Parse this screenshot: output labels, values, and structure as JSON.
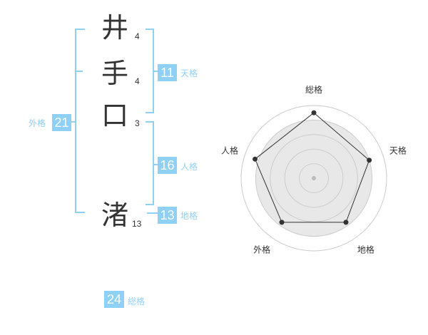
{
  "name": {
    "characters": [
      {
        "char": "井",
        "strokes": "4"
      },
      {
        "char": "手",
        "strokes": "4"
      },
      {
        "char": "口",
        "strokes": "3"
      },
      {
        "char": "渚",
        "strokes": "13"
      }
    ]
  },
  "fortune": {
    "tenkaku": {
      "value": "11",
      "label": "天格"
    },
    "jinkaku": {
      "value": "16",
      "label": "人格"
    },
    "chikaku": {
      "value": "13",
      "label": "地格"
    },
    "gaikaku": {
      "value": "21",
      "label": "外格"
    },
    "soukaku": {
      "value": "24",
      "label": "総格"
    }
  },
  "chart_data": {
    "type": "radar",
    "axes": [
      "総格",
      "天格",
      "地格",
      "外格",
      "人格"
    ],
    "values": [
      0.9,
      0.8,
      0.75,
      0.75,
      0.85
    ],
    "rings": 5,
    "colors": {
      "grid_fill": "#e8e8e8",
      "grid_line": "#cccccc",
      "series_line": "#333333",
      "point": "#333333",
      "center_point": "#bbbbbb"
    }
  },
  "colors": {
    "accent": "#8fd0f5",
    "text": "#333333"
  }
}
